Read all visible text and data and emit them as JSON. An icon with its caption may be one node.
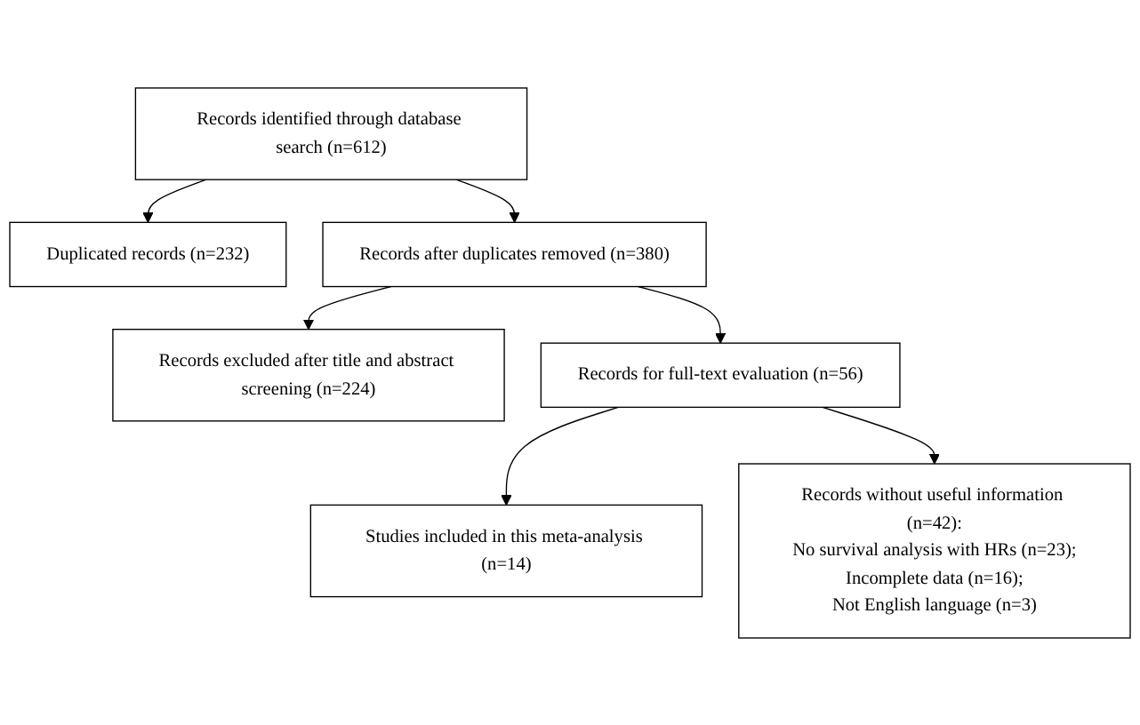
{
  "diagram": {
    "nodes": [
      {
        "text": [
          "Records identified through database search (n=612)"
        ]
      },
      {
        "text": [
          "Duplicated records (n=232)"
        ]
      },
      {
        "text": [
          "Records after duplicates removed (n=380)"
        ]
      },
      {
        "text": [
          "Records excluded after title and abstract screening (n=224)"
        ]
      },
      {
        "text": [
          "Records for full-text evaluation (n=56)"
        ]
      },
      {
        "text": [
          "Records without useful information (n=42):",
          "No survival analysis with HRs (n=23);",
          "Incomplete data (n=16);",
          "Not English language (n=3)"
        ]
      },
      {
        "text": [
          "Studies included in this meta-analysis (n=14)"
        ]
      }
    ],
    "edges": [
      {
        "from": 0,
        "to": 2,
        "arrow": "to"
      },
      {
        "from": 0,
        "to": 1,
        "arrow": "to"
      },
      {
        "from": 2,
        "to": 4,
        "arrow": "to"
      },
      {
        "from": 2,
        "to": 3,
        "arrow": "to"
      },
      {
        "from": 4,
        "to": 6,
        "arrow": "to"
      },
      {
        "from": 4,
        "to": 5,
        "arrow": "to"
      }
    ]
  }
}
